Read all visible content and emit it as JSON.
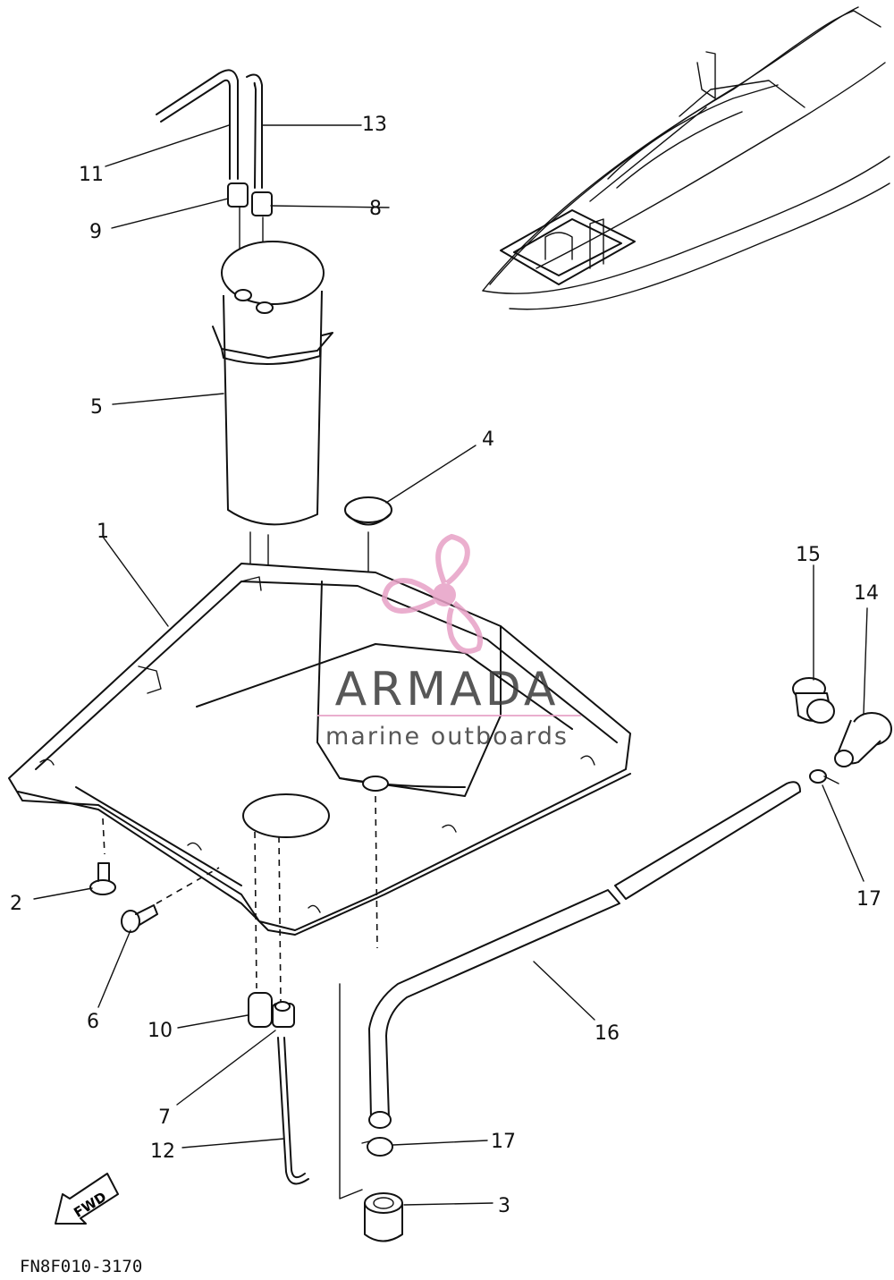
{
  "callouts": [
    "1",
    "2",
    "3",
    "4",
    "5",
    "6",
    "7",
    "8",
    "9",
    "10",
    "11",
    "12",
    "13",
    "14",
    "15",
    "16",
    "17",
    "17"
  ],
  "fwd_label": "FWD",
  "figure_code": "FN8F010-3170",
  "watermark": {
    "brand": "ARMADA",
    "tagline": "marine outboards",
    "accent_color": "#e7a1c6",
    "text_color": "#3a3a3a",
    "icon": "propeller-icon"
  }
}
